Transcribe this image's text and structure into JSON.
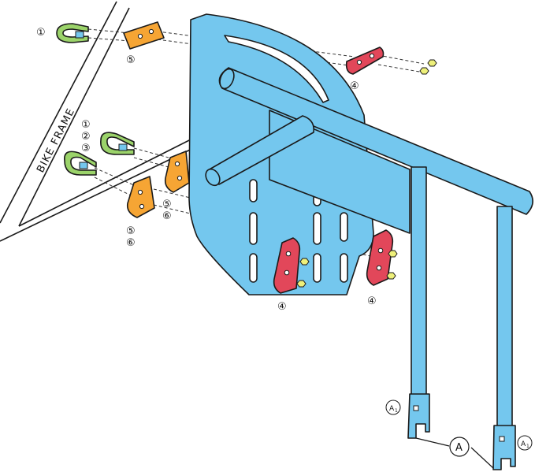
{
  "frame_label": "BIKE FRAME",
  "callouts": {
    "c1_top": "①",
    "c5_top": "⑤",
    "c4_top": "④",
    "c1_mid": "①",
    "c2_mid": "②",
    "c3_mid": "③",
    "c5_left": "⑤",
    "c6_left": "⑥",
    "c5_right": "⑤",
    "c6_right": "⑥",
    "c4_bottom_left": "④",
    "c4_bottom_right": "④",
    "a1_left": "A",
    "a1_left_sub": "1",
    "a1_right": "A",
    "a1_right_sub": "1",
    "a_center": "A"
  },
  "colors": {
    "carrier_blue": "#74c7ee",
    "u_bolt_green": "#9bd36a",
    "spacer_orange": "#f6a534",
    "plate_red": "#e2475a",
    "nut_yellow": "#eef07a"
  }
}
